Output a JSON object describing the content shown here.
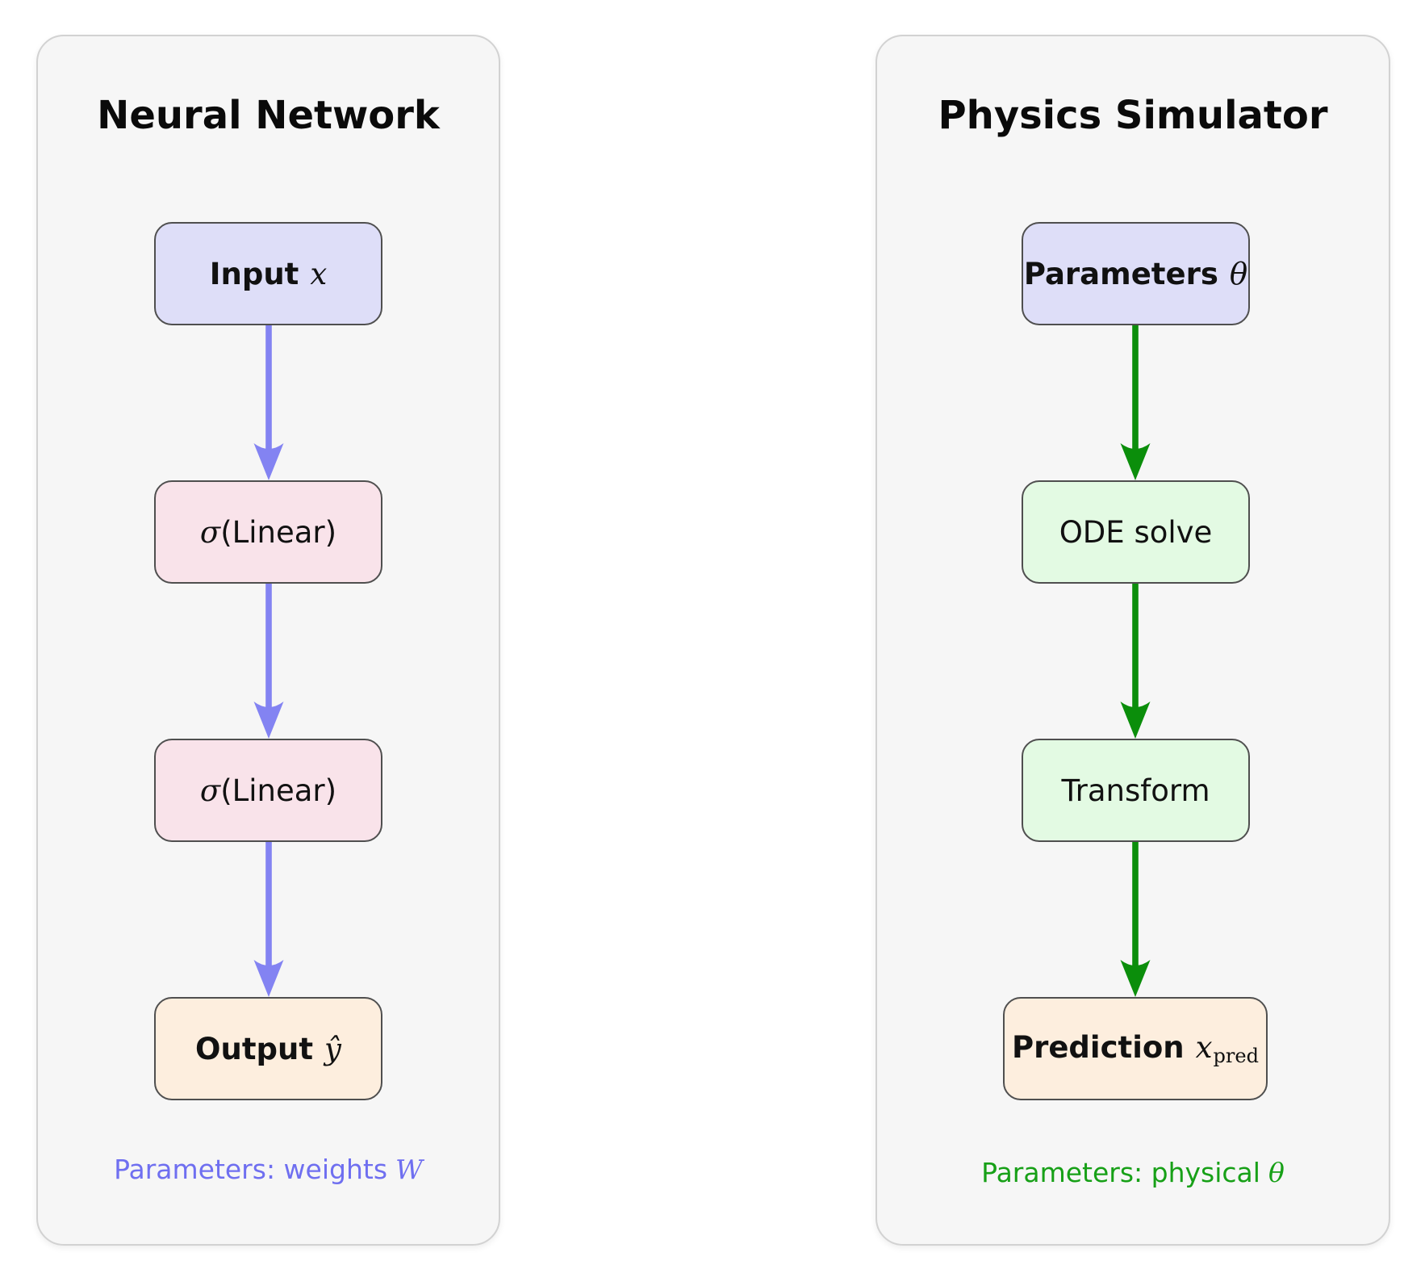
{
  "figure": {
    "background": "#ffffff",
    "panel_fill": "#f6f6f6",
    "panel_border": "#d2d2d2",
    "node_border": "#4f4f4f"
  },
  "panels": [
    {
      "title": "Neural Network",
      "arrow_color": "#8383f2",
      "caption_color": "#6f6ff0",
      "caption_text": "Parameters: weights",
      "caption_math": "W",
      "nodes": [
        {
          "bold": "Input",
          "math": "x",
          "fill": "#dedef8"
        },
        {
          "math": "σ",
          "text": "(Linear)",
          "fill": "#f9e3ea"
        },
        {
          "math": "σ",
          "text": "(Linear)",
          "fill": "#f9e3ea"
        },
        {
          "bold": "Output",
          "math": "ŷ",
          "fill": "#fdeede"
        }
      ]
    },
    {
      "title": "Physics Simulator",
      "arrow_color": "#0b8e0b",
      "caption_color": "#17a017",
      "caption_text": "Parameters: physical",
      "caption_math": "θ",
      "nodes": [
        {
          "bold": "Parameters",
          "math": "θ",
          "fill": "#dedef8"
        },
        {
          "text": "ODE solve",
          "fill": "#e3fae3"
        },
        {
          "text": "Transform",
          "fill": "#e3fae3"
        },
        {
          "bold": "Prediction",
          "math": "x",
          "sub": "pred",
          "fill": "#fdeede"
        }
      ]
    }
  ]
}
